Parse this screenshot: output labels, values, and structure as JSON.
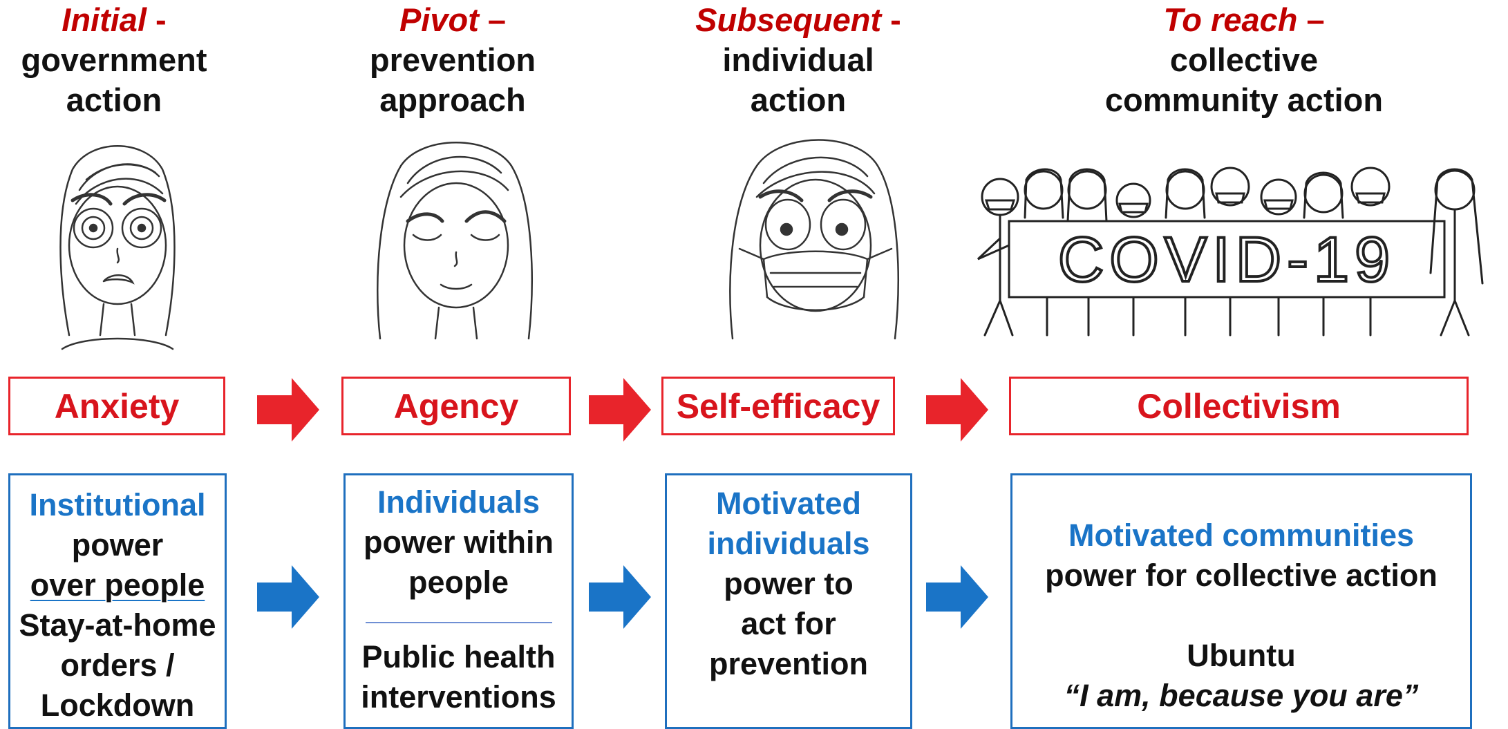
{
  "columns": [
    {
      "stage": "Initial",
      "stage_sep": " -",
      "heading_lines": [
        "government",
        "action"
      ],
      "illustration": "anxious-girl-sketch",
      "emotion": "Anxiety",
      "power_highlight": "Institutional",
      "power_lines": [
        "power",
        "over people"
      ],
      "action_lines": [
        "Stay-at-home",
        "orders /",
        "Lockdown"
      ]
    },
    {
      "stage": "Pivot",
      "stage_sep": " –",
      "heading_lines": [
        "prevention",
        "approach"
      ],
      "illustration": "calm-girl-sketch",
      "emotion": "Agency",
      "power_highlight": "Individuals",
      "power_lines": [
        "power within",
        "people"
      ],
      "action_lines": [
        "Public health",
        "interventions"
      ]
    },
    {
      "stage": "Subsequent",
      "stage_sep": " -",
      "heading_lines": [
        "individual",
        "action"
      ],
      "illustration": "masked-girl-sketch",
      "emotion": "Self-efficacy",
      "power_highlight_lines": [
        "Motivated",
        "individuals"
      ],
      "power_lines": [
        "power to",
        "act for",
        "prevention"
      ]
    },
    {
      "stage": "To reach",
      "stage_sep": " –",
      "heading_lines": [
        "collective",
        "community action"
      ],
      "illustration": "masked-group-holding-banner",
      "banner_text": "COVID-19",
      "emotion": "Collectivism",
      "power_highlight": "Motivated communities",
      "power_lines": [
        "power for collective action"
      ],
      "ubuntu_title": "Ubuntu",
      "ubuntu_quote": "“I am, because you are”"
    }
  ],
  "colors": {
    "stage_red": "#c00000",
    "box_red": "#e8242b",
    "arrow_red": "#e8242b",
    "box_blue": "#1f6fbe",
    "text_blue": "#1a74c7",
    "arrow_blue": "#1a74c7"
  },
  "icons": {
    "red_arrow": "right-arrow-icon",
    "blue_arrow": "right-arrow-icon"
  }
}
